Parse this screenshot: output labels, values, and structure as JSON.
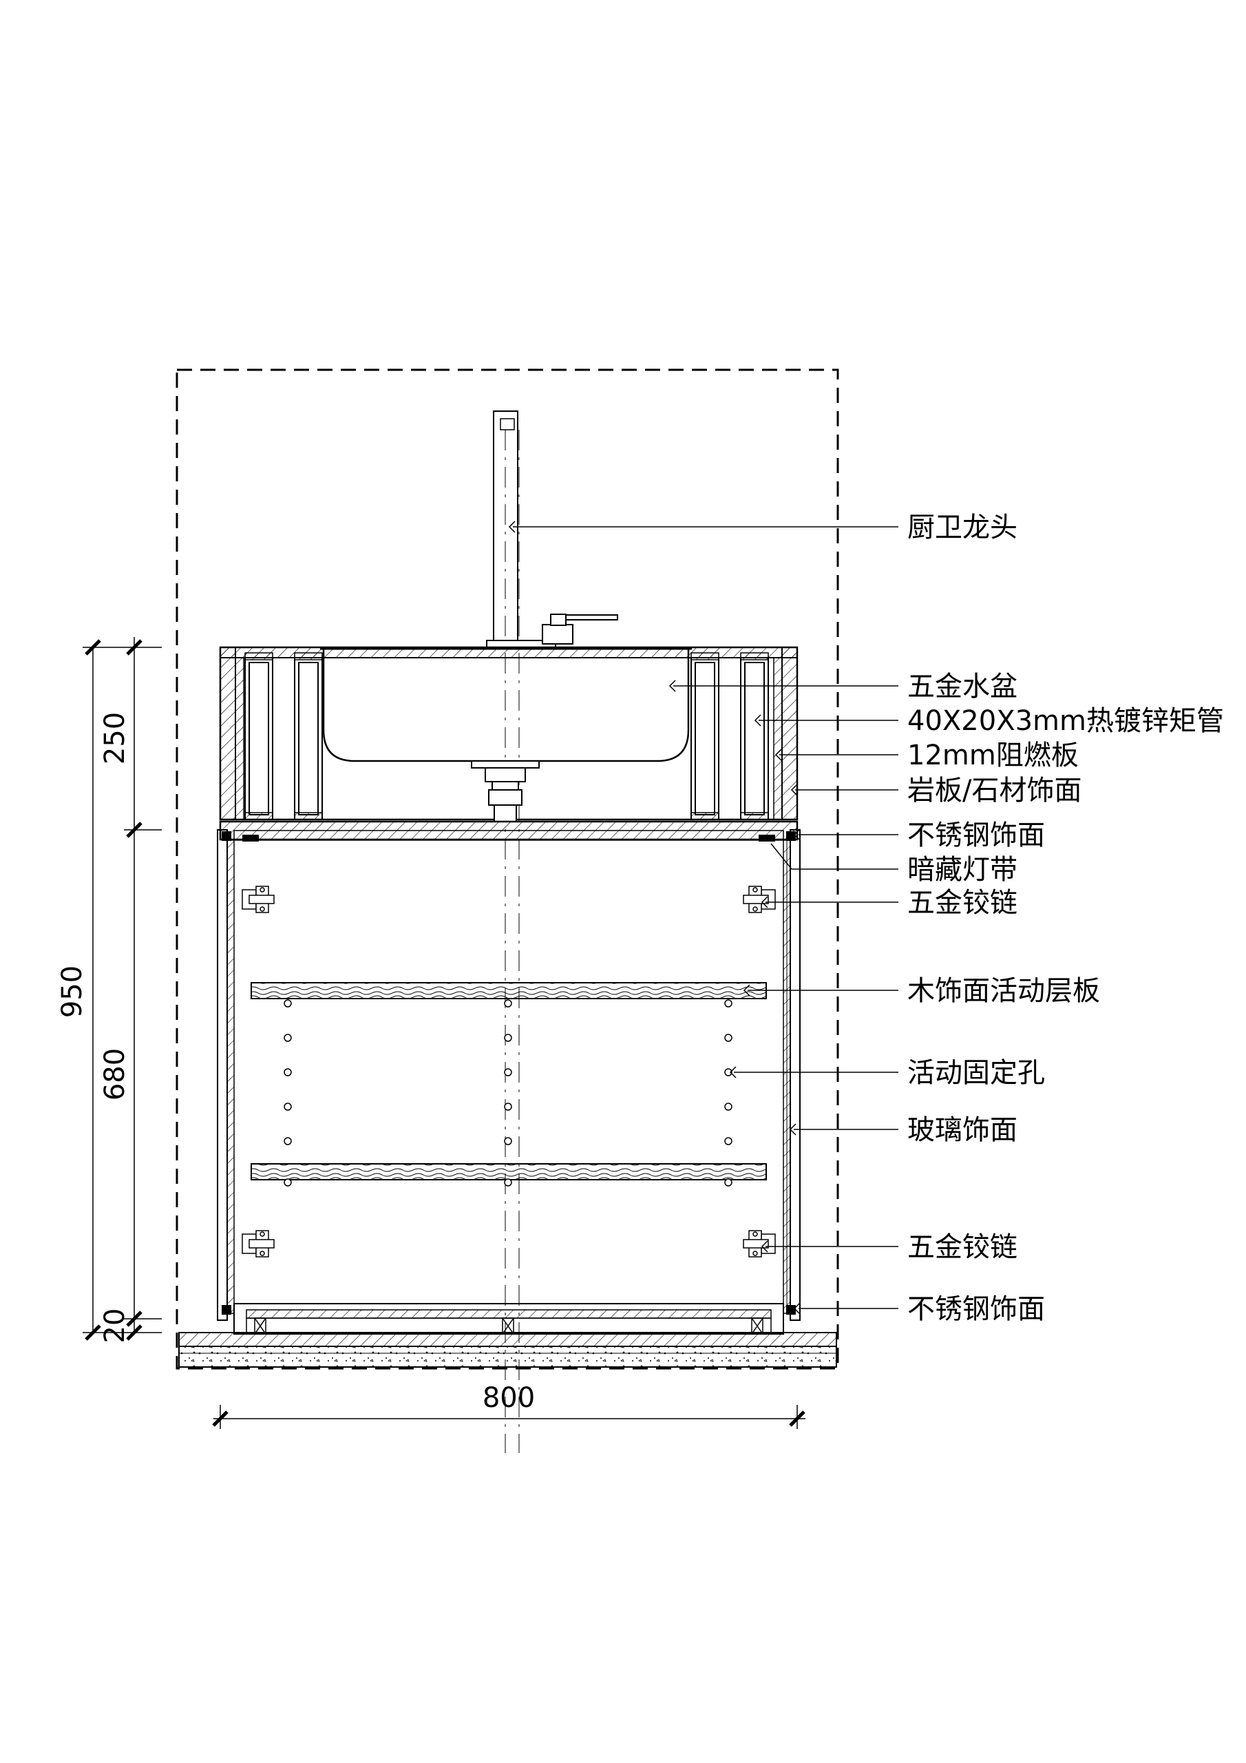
{
  "callouts": [
    {
      "id": "faucet",
      "text": "厨卫龙头"
    },
    {
      "id": "basin",
      "text": "五金水盆"
    },
    {
      "id": "tube",
      "text": "40X20X3mm热镀锌矩管"
    },
    {
      "id": "board",
      "text": "12mm阻燃板"
    },
    {
      "id": "stone",
      "text": "岩板/石材饰面"
    },
    {
      "id": "steel-top",
      "text": "不锈钢饰面"
    },
    {
      "id": "led",
      "text": "暗藏灯带"
    },
    {
      "id": "hinge-top",
      "text": "五金铰链"
    },
    {
      "id": "shelf",
      "text": "木饰面活动层板"
    },
    {
      "id": "holes",
      "text": "活动固定孔"
    },
    {
      "id": "glass",
      "text": "玻璃饰面"
    },
    {
      "id": "hinge-bottom",
      "text": "五金铰链"
    },
    {
      "id": "steel-bottom",
      "text": "不锈钢饰面"
    }
  ],
  "dimensions": {
    "total_height": "950",
    "basin_height": "250",
    "cabinet_height": "680",
    "base_height": "20",
    "width": "800"
  }
}
